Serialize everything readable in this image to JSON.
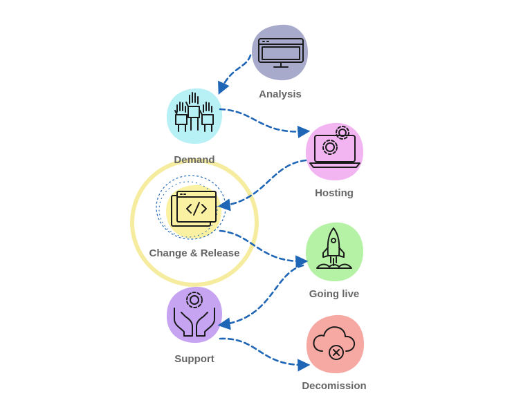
{
  "nodes": [
    {
      "id": "analysis",
      "label": "Analysis",
      "icon": "monitor-icon",
      "color": "#a8aacb"
    },
    {
      "id": "demand",
      "label": "Demand",
      "icon": "raised-hands-icon",
      "color": "#b7f0f5"
    },
    {
      "id": "hosting",
      "label": "Hosting",
      "icon": "laptop-gears-icon",
      "color": "#f2b5f2"
    },
    {
      "id": "change",
      "label": "Change & Release",
      "icon": "code-window-icon",
      "color": "#fbf1a3",
      "highlight_color": "#f6eca0"
    },
    {
      "id": "golive",
      "label": "Going live",
      "icon": "rocket-icon",
      "color": "#b5f2a6"
    },
    {
      "id": "support",
      "label": "Support",
      "icon": "hands-gear-icon",
      "color": "#c6a4f2"
    },
    {
      "id": "decom",
      "label": "Decomission",
      "icon": "cloud-x-icon",
      "color": "#f6a8a3"
    }
  ],
  "arrow_color": "#1f66b6",
  "icon_color": "#1a1a1a"
}
